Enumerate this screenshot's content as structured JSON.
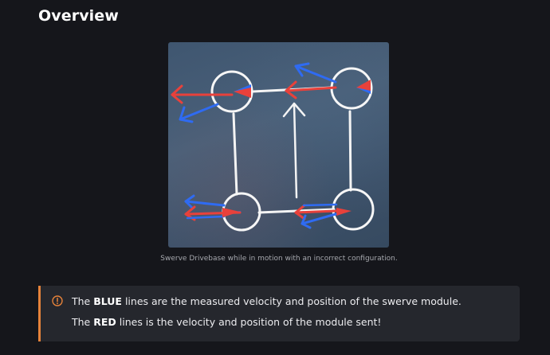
{
  "section": {
    "title": "Overview"
  },
  "figure": {
    "caption": "Swerve Drivebase while in motion with an incorrect configuration."
  },
  "callout": {
    "type": "warning",
    "icon": "warning-circle-icon",
    "accent_color": "#e5823a",
    "line1": {
      "prefix": "The ",
      "emphasis": "BLUE",
      "suffix": " lines are the measured velocity and position of the swerve module."
    },
    "line2": {
      "prefix": "The ",
      "emphasis": "RED",
      "suffix": " lines is the velocity and position of the module sent!"
    }
  },
  "colors": {
    "background": "#15161b",
    "measured_blue": "#2f6bf2",
    "desired_red": "#e8413b",
    "frame_white": "#ffffff"
  }
}
